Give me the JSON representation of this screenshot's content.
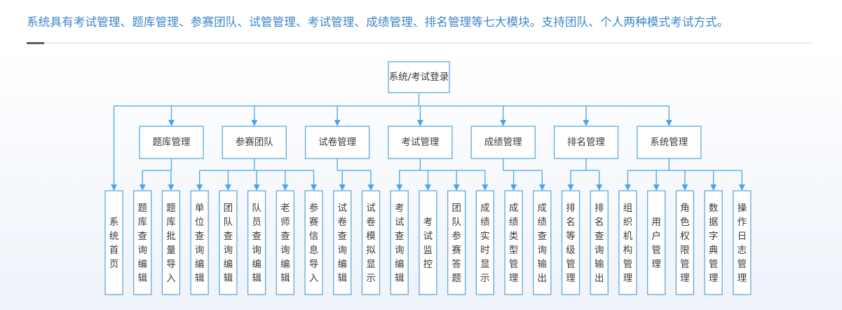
{
  "intro": "系统具有考试管理、题库管理、参赛团队、试管管理、考试管理、成绩管理、排名管理等七大模块。支持团队、个人两种模式考试方式。",
  "colors": {
    "box_border": "#5aaae6",
    "line": "#4aa3ea",
    "text": "#3a3a3a",
    "intro_text": "#3d86c8"
  },
  "root": {
    "label": "系统/考试登录"
  },
  "direct_leaf": {
    "label": "系统首页"
  },
  "modules": [
    {
      "label": "题库管理",
      "children": [
        "题库查询编辑",
        "题库批量导入"
      ]
    },
    {
      "label": "参赛团队",
      "children": [
        "单位查询编辑",
        "团队查询编辑",
        "队员查询编辑",
        "老师查询编辑",
        "参赛信息导入"
      ]
    },
    {
      "label": "试卷管理",
      "children": [
        "试卷查询编辑",
        "试卷模拟显示"
      ]
    },
    {
      "label": "考试管理",
      "children": [
        "考试查询编辑",
        "考试监控",
        "团队参赛答题",
        "成绩实时显示"
      ]
    },
    {
      "label": "成绩管理",
      "children": [
        "成绩类型管理",
        "成绩查询输出"
      ]
    },
    {
      "label": "排名管理",
      "children": [
        "排名等级管理",
        "排名查询输出"
      ]
    },
    {
      "label": "系统管理",
      "children": [
        "组织机构管理",
        "用户管理",
        "角色权限管理",
        "数据字典管理",
        "操作日志管理"
      ]
    }
  ]
}
